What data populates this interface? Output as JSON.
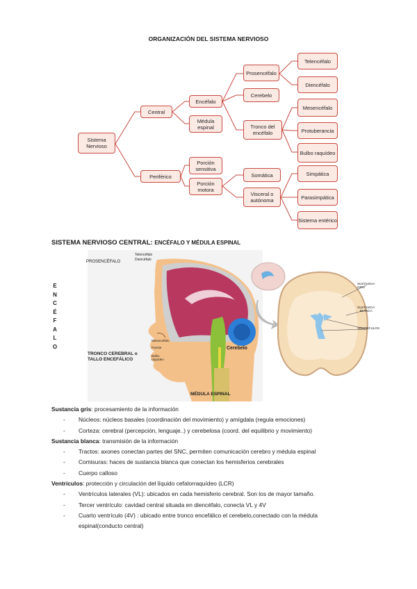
{
  "title": "ORGANIZACIÓN DEL SISTEMA NERVIOSO",
  "tree": {
    "root": "Sistema Nervioso",
    "central": "Central",
    "periferico": "Periférico",
    "encefalo": "Encéfalo",
    "medula": "Médula espinal",
    "prosencefalo": "Prosencéfalo",
    "cerebelo": "Cerebelo",
    "tronco": "Tronco del encéfalo",
    "telencefalo": "Telencéfalo",
    "diencefalo": "Diencéfalo",
    "mesencefalo": "Mesencéfalo",
    "protuberancia": "Protuberancia",
    "bulbo": "Bulbo raquídeo",
    "sensitiva": "Porción sensitiva",
    "motora": "Porción motora",
    "somatica": "Somática",
    "visceral": "Visceral o autónoma",
    "simpatica": "Simpática",
    "parasimpatica": "Parasimpática",
    "enterico": "Sistema entérico"
  },
  "section2": {
    "heading_main": "SISTEMA NERVIOSO CENTRAL:",
    "heading_sub": "ENCÉFALO Y MÉDULA ESPINAL"
  },
  "figure": {
    "vertical_label": [
      "E",
      "N",
      "C",
      "É",
      "F",
      "A",
      "L",
      "O"
    ],
    "prosencefalo": "PROSENCÉFALO",
    "telencefalo": "Telencéfalo",
    "diencefalo": "Diencéfalo",
    "tronco": "TRONCO CEREBRAL o",
    "tallo": "TALLO ENCEFÁLICO",
    "mesencefalo": "Mesencéfalo",
    "puente": "Puente",
    "bulbo": "Bulbo raquídeo",
    "cerebelo": "Cerebelo",
    "medula": "MÉDULA ESPINAL",
    "gris": "SUSTANCIA GRIS",
    "blanca1": "SUSTANCIA",
    "blanca2": "BLANCA",
    "ventriculos": "VENTRÍCULOS"
  },
  "text": {
    "gris_label": "Sustancia gris",
    "gris_desc": ": procesamiento de la información",
    "dash": "-",
    "g1": "Núcleos: núcleos basales (coordinación del movimiento) y amígdala (regula emociones)",
    "g2": "Corteza: cerebral (percepción, lenguaje..) y cerebelosa (coord. del equilibrio y movimiento)",
    "blanca_label": "Sustancia blanca",
    "blanca_desc": ": transmisión de la información",
    "b1": "Tractos: axones conectan partes del SNC, permiten comunicación cerebro y médula espinal",
    "b2": "Comisuras: haces de sustancia blanca que conectan los hemisferios cerebrales",
    "b3": "Cuerpo calloso",
    "vent_label": "Ventrículos",
    "vent_desc": ": protección y circulación del líquido cefalorraquídeo (LCR)",
    "v1": "Ventrículos laterales (VL): ubicados en cada hemisferio cerebral. Son los de mayor tamaño.",
    "v2": "Tercer ventrículo: cavidad central situada en diencéfalo, conecta VL y 4V",
    "v3": "Cuarto ventrículo (4V) : ubicado entre tronco encefálico el cerebelo,conectado con la médula",
    "v3b": "espinal(conducto central)"
  }
}
